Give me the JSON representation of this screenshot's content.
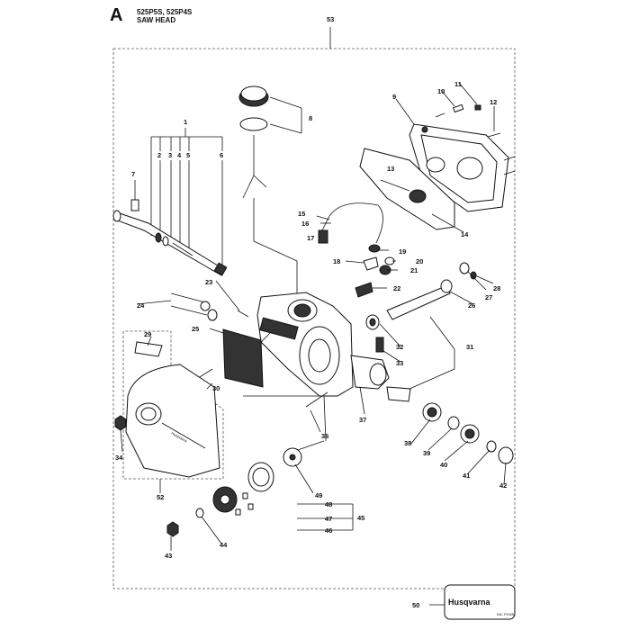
{
  "header": {
    "letter": "A",
    "models": "525P5S, 525P4S",
    "section": "SAW HEAD"
  },
  "callouts": [
    "1",
    "2",
    "3",
    "4",
    "5",
    "6",
    "7",
    "8",
    "9",
    "10",
    "11",
    "12",
    "13",
    "14",
    "15",
    "16",
    "17",
    "18",
    "19",
    "20",
    "21",
    "22",
    "23",
    "24",
    "25",
    "26",
    "27",
    "28",
    "29",
    "30",
    "31",
    "32",
    "33",
    "34",
    "36",
    "37",
    "38",
    "39",
    "40",
    "41",
    "42",
    "43",
    "44",
    "45",
    "46",
    "47",
    "48",
    "49",
    "50",
    "52",
    "53"
  ],
  "brand": {
    "name": "Husqvarna",
    "cover_brand": "Husqvarna",
    "sticker_sub": "INC PCNB"
  }
}
